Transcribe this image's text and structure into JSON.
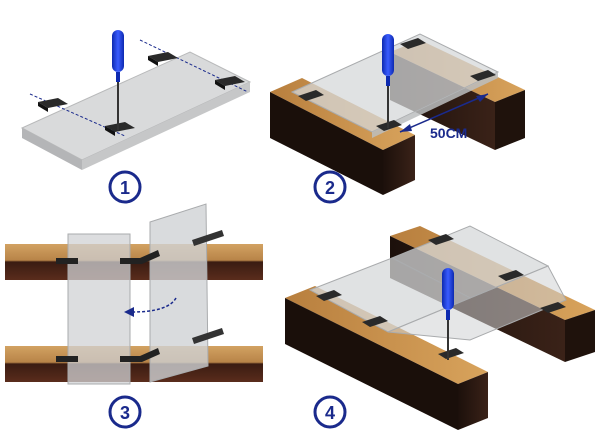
{
  "steps": [
    {
      "number": "1"
    },
    {
      "number": "2",
      "distance_label": "50CM"
    },
    {
      "number": "3"
    },
    {
      "number": "4"
    }
  ],
  "colors": {
    "accent": "#1a2a8c",
    "screwdriver": "#1e3fd0",
    "wood_top": "#c8904a",
    "wood_side": "#2a1a14",
    "glass": "#c9ccd0"
  },
  "icons": [
    "screwdriver-icon",
    "curved-arrow-icon",
    "dimension-arrow-icon"
  ]
}
